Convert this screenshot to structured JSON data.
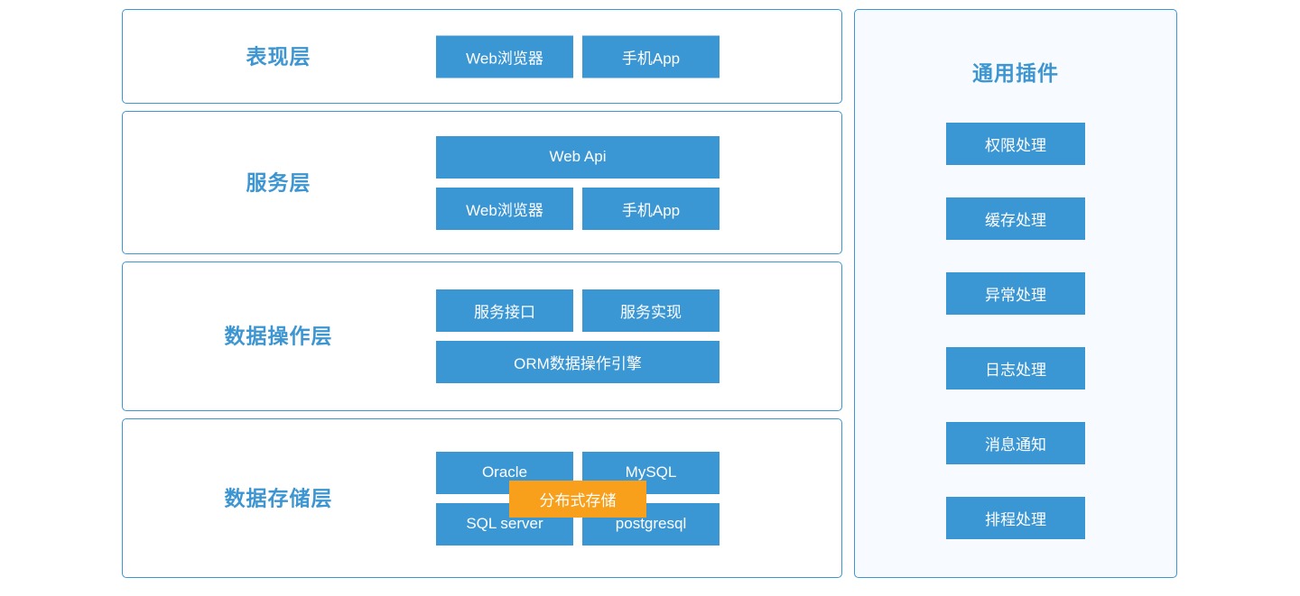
{
  "theme": {
    "node_blue": "#3b96d4",
    "border_blue": "#3d96d1",
    "title_blue": "#3d96d1",
    "overlay_orange": "#f8a01c",
    "panel_white": "#ffffff",
    "panel_tint": "#f7fbff",
    "node_text": "#ffffff",
    "page_background": "#ffffff"
  },
  "layers": [
    {
      "title": "表现层",
      "nodes": [
        {
          "label": "Web浏览器",
          "span": "half"
        },
        {
          "label": "手机App",
          "span": "half"
        }
      ]
    },
    {
      "title": "服务层",
      "nodes": [
        {
          "label": "Web  Api",
          "span": "full"
        },
        {
          "label": "Web浏览器",
          "span": "half"
        },
        {
          "label": "手机App",
          "span": "half"
        }
      ]
    },
    {
      "title": "数据操作层",
      "nodes": [
        {
          "label": "服务接口",
          "span": "half"
        },
        {
          "label": "服务实现",
          "span": "half"
        },
        {
          "label": "ORM数据操作引擎",
          "span": "full"
        }
      ]
    },
    {
      "title": "数据存储层",
      "nodes": [
        {
          "label": "Oracle",
          "span": "half"
        },
        {
          "label": "MySQL",
          "span": "half"
        },
        {
          "label": "SQL server",
          "span": "half"
        },
        {
          "label": "postgresql",
          "span": "half"
        }
      ],
      "overlay": {
        "label": "分布式存储"
      }
    }
  ],
  "plugins_panel": {
    "title": "通用插件",
    "items": [
      {
        "label": "权限处理"
      },
      {
        "label": "缓存处理"
      },
      {
        "label": "异常处理"
      },
      {
        "label": "日志处理"
      },
      {
        "label": "消息通知"
      },
      {
        "label": "排程处理"
      }
    ]
  }
}
